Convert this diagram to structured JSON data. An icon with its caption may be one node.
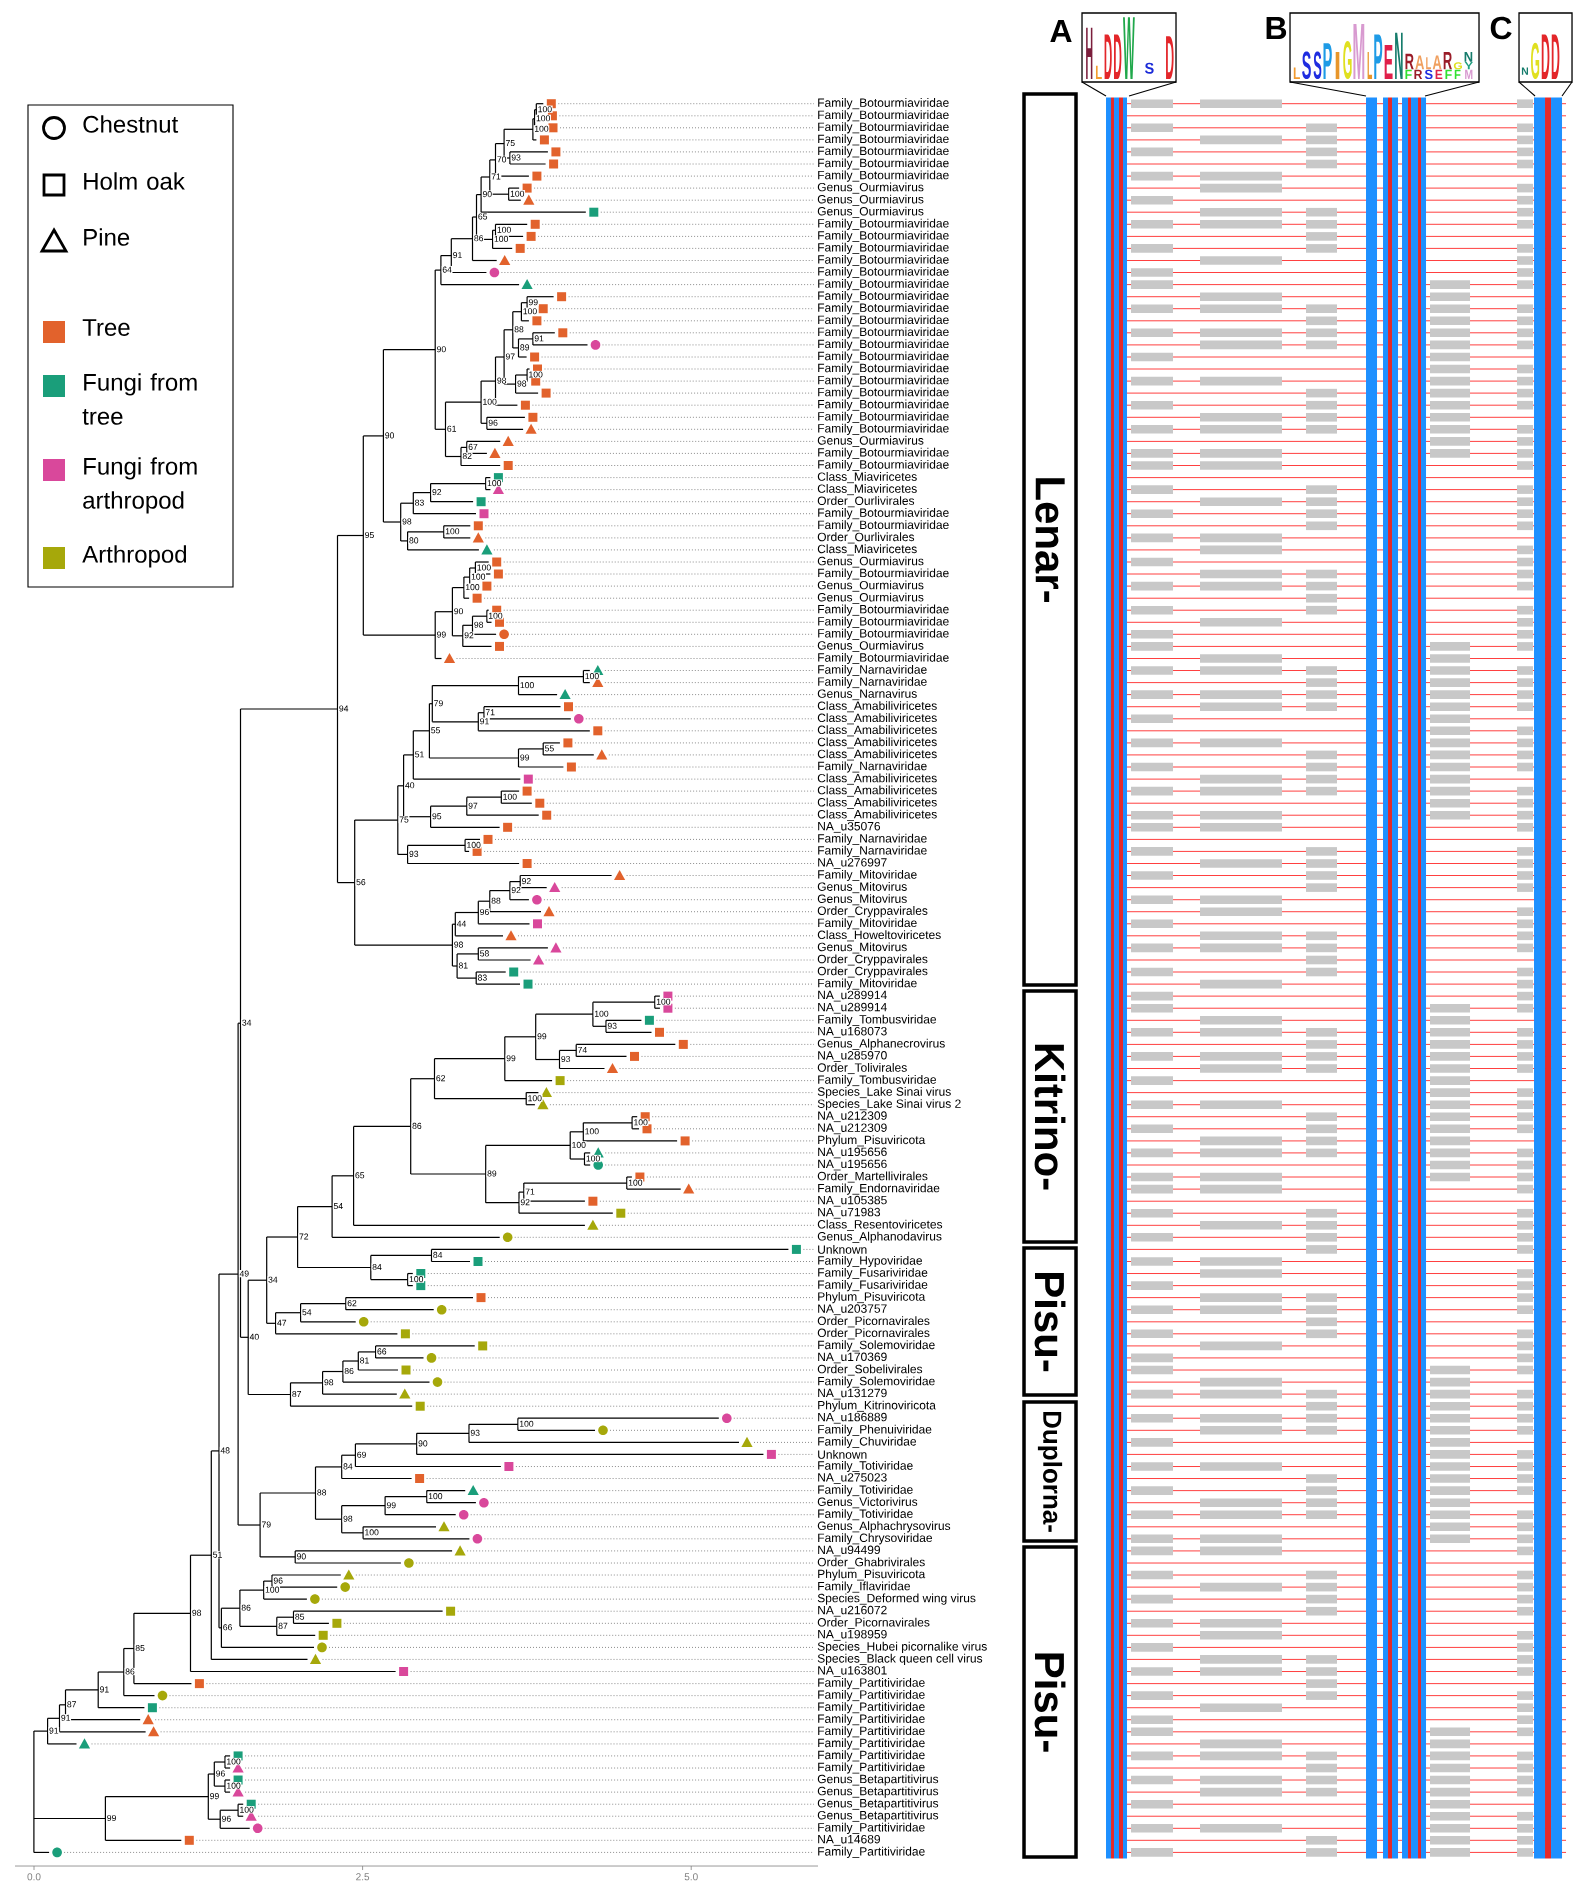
{
  "diagram": {
    "nodes": [
      {
        "text": [
          "Lenar-"
        ]
      },
      {
        "text": [
          "Kitrino-"
        ]
      },
      {
        "text": [
          "Pisu-"
        ]
      },
      {
        "text": [
          "Duplorna-"
        ]
      },
      {
        "text": [
          "Pisu-"
        ]
      }
    ],
    "labels": [
      "A",
      "H",
      "L",
      "D",
      "D",
      "W",
      "S",
      "D",
      "B",
      "L",
      "S",
      "S",
      "P",
      "I",
      "G",
      "M",
      "L",
      "P",
      "E",
      "N",
      "R",
      "A",
      "L",
      "A",
      "R",
      "G",
      "N",
      "F",
      "R",
      "S",
      "E",
      "F",
      "F",
      "Y",
      "M",
      "C",
      "N",
      "G",
      "D",
      "D",
      "Family_Botourmiaviridae",
      "Family_Botourmiaviridae",
      "Family_Botourmiaviridae",
      "Family_Botourmiaviridae",
      "Family_Botourmiaviridae",
      "Family_Botourmiaviridae",
      "Family_Botourmiaviridae",
      "Genus_Ourmiavirus",
      "Genus_Ourmiavirus",
      "Genus_Ourmiavirus",
      "Family_Botourmiaviridae",
      "Family_Botourmiaviridae",
      "Family_Botourmiaviridae",
      "Family_Botourmiaviridae",
      "Family_Botourmiaviridae",
      "Family_Botourmiaviridae",
      "Family_Botourmiaviridae",
      "Family_Botourmiaviridae",
      "Family_Botourmiaviridae",
      "Family_Botourmiaviridae",
      "Family_Botourmiaviridae",
      "Family_Botourmiaviridae",
      "Family_Botourmiaviridae",
      "Family_Botourmiaviridae",
      "Family_Botourmiaviridae",
      "Family_Botourmiaviridae",
      "Family_Botourmiaviridae",
      "Family_Botourmiaviridae",
      "Genus_Ourmiavirus",
      "Family_Botourmiaviridae",
      "Family_Botourmiaviridae",
      "Class_Miaviricetes",
      "Class_Miaviricetes",
      "Order_Ourlivirales",
      "Family_Botourmiaviridae",
      "Family_Botourmiaviridae",
      "Order_Ourlivirales",
      "Class_Miaviricetes",
      "Genus_Ourmiavirus",
      "Family_Botourmiaviridae",
      "Genus_Ourmiavirus",
      "Genus_Ourmiavirus",
      "Family_Botourmiaviridae",
      "Family_Botourmiaviridae",
      "Family_Botourmiaviridae",
      "Genus_Ourmiavirus",
      "Family_Botourmiaviridae",
      "Family_Narnaviridae",
      "Family_Narnaviridae",
      "Genus_Narnavirus",
      "Class_Amabiliviricetes",
      "Class_Amabiliviricetes",
      "Class_Amabiliviricetes",
      "Class_Amabiliviricetes",
      "Class_Amabiliviricetes",
      "Family_Narnaviridae",
      "Class_Amabiliviricetes",
      "Class_Amabiliviricetes",
      "Class_Amabiliviricetes",
      "Class_Amabiliviricetes",
      "NA_u35076",
      "Family_Narnaviridae",
      "Family_Narnaviridae",
      "NA_u276997",
      "Family_Mitoviridae",
      "Genus_Mitovirus",
      "Genus_Mitovirus",
      "Order_Cryppavirales",
      "Family_Mitoviridae",
      "Class_Howeltoviricetes",
      "Genus_Mitovirus",
      "Order_Cryppavirales",
      "Order_Cryppavirales",
      "Family_Mitoviridae",
      "NA_u289914",
      "NA_u289914",
      "Family_Tombusviridae",
      "NA_u168073",
      "Genus_Alphanecrovirus",
      "NA_u285970",
      "Order_Tolivirales",
      "Family_Tombusviridae",
      "Species_Lake Sinai virus",
      "Species_Lake Sinai virus 2",
      "NA_u212309",
      "NA_u212309",
      "Phylum_Pisuviricota",
      "NA_u195656",
      "NA_u195656",
      "Order_Martellivirales",
      "Family_Endornaviridae",
      "NA_u105385",
      "NA_u71983",
      "Class_Resentoviricetes",
      "Genus_Alphanodavirus",
      "Unknown",
      "Family_Hypoviridae",
      "Family_Fusariviridae",
      "Family_Fusariviridae",
      "Phylum_Pisuviricota",
      "NA_u203757",
      "Order_Picornavirales",
      "Order_Picornavirales",
      "Family_Solemoviridae",
      "NA_u170369",
      "Order_Sobelivirales",
      "Family_Solemoviridae",
      "NA_u131279",
      "Phylum_Kitrinoviricota",
      "NA_u186889",
      "Family_Phenuiviridae",
      "Family_Chuviridae",
      "Unknown",
      "Family_Totiviridae",
      "NA_u275023",
      "Family_Totiviridae",
      "Genus_Victorivirus",
      "Family_Totiviridae",
      "Genus_Alphachrysovirus",
      "Family_Chrysoviridae",
      "NA_u94499",
      "Order_Ghabrivirales",
      "Phylum_Pisuviricota",
      "Family_Iflaviridae",
      "Species_Deformed wing virus",
      "NA_u216072",
      "Order_Picornavirales",
      "NA_u198959",
      "Species_Hubei picornalike virus",
      "Species_Black queen cell virus",
      "NA_u163801",
      "Family_Partitiviridae",
      "Family_Partitiviridae",
      "Family_Partitiviridae",
      "Family_Partitiviridae",
      "Family_Partitiviridae",
      "Family_Partitiviridae",
      "Family_Partitiviridae",
      "Family_Partitiviridae",
      "Genus_Betapartitivirus",
      "Genus_Betapartitivirus",
      "Genus_Betapartitivirus",
      "Genus_Betapartitivirus",
      "Family_Partitiviridae",
      "NA_u14689",
      "Family_Partitiviridae",
      "91",
      "91",
      "87",
      "91",
      "86",
      "85",
      "98",
      "51",
      "48",
      "49",
      "34",
      "94",
      "95",
      "90",
      "90",
      "64",
      "91",
      "86",
      "65",
      "90",
      "71",
      "70",
      "75",
      "100",
      "100",
      "100",
      "93",
      "100",
      "100",
      "100",
      "61",
      "100",
      "98",
      "97",
      "88",
      "100",
      "99",
      "89",
      "91",
      "98",
      "100",
      "96",
      "82",
      "67",
      "98",
      "83",
      "92",
      "100",
      "80",
      "100",
      "99",
      "90",
      "100",
      "100",
      "100",
      "92",
      "98",
      "100",
      "56",
      "75",
      "40",
      "51",
      "55",
      "79",
      "100",
      "100",
      "91",
      "71",
      "99",
      "55",
      "95",
      "97",
      "100",
      "93",
      "100",
      "98",
      "44",
      "96",
      "88",
      "92",
      "92",
      "81",
      "58",
      "83",
      "40",
      "34",
      "72",
      "54",
      "65",
      "86",
      "62",
      "99",
      "99",
      "100",
      "100",
      "93",
      "93",
      "74",
      "100",
      "89",
      "100",
      "100",
      "100",
      "100",
      "92",
      "71",
      "100",
      "84",
      "84",
      "100",
      "47",
      "54",
      "62",
      "87",
      "98",
      "86",
      "81",
      "66",
      "79",
      "88",
      "84",
      "69",
      "90",
      "93",
      "100",
      "98",
      "99",
      "100",
      "100",
      "90",
      "66",
      "86",
      "100",
      "96",
      "87",
      "85",
      "99",
      "99",
      "96",
      "100",
      "100",
      "96",
      "100",
      "0.0",
      "2.5",
      "5.0"
    ],
    "legend": [
      {
        "text": "Chestnut"
      },
      {
        "text": "Holm oak"
      },
      {
        "text": "Pine"
      },
      {
        "text": "Tree",
        "color": "#e2622c"
      },
      {
        "text": "Fungi from tree",
        "color": "#1a9e7a"
      },
      {
        "text": "Fungi from arthropod",
        "color": "#d9489b"
      },
      {
        "text": "Arthropod",
        "color": "#a6a80a"
      }
    ]
  }
}
